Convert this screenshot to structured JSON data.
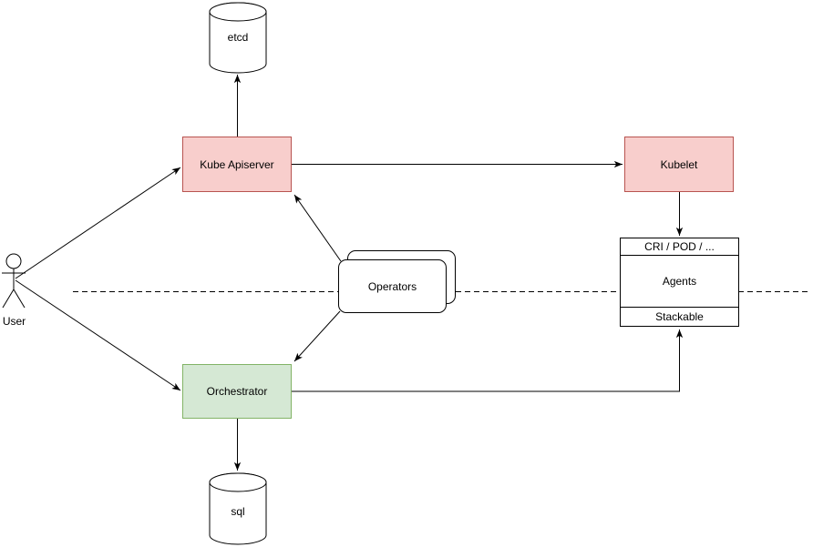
{
  "diagram": {
    "nodes": {
      "etcd": {
        "label": "etcd",
        "shape": "cylinder"
      },
      "kube_apiserver": {
        "label": "Kube Apiserver",
        "fill": "#f8cecc",
        "stroke": "#b85450"
      },
      "kubelet": {
        "label": "Kubelet",
        "fill": "#f8cecc",
        "stroke": "#b85450"
      },
      "operators": {
        "label": "Operators",
        "shape": "stacked-rounded-rectangle"
      },
      "orchestrator": {
        "label": "Orchestrator",
        "fill": "#d5e8d4",
        "stroke": "#82b366"
      },
      "agents": {
        "header": "CRI / POD / ...",
        "title": "Agents",
        "footer": "Stackable"
      },
      "sql": {
        "label": "sql",
        "shape": "cylinder"
      },
      "user": {
        "label": "User",
        "shape": "actor"
      }
    },
    "edges": [
      {
        "from": "user",
        "to": "kube_apiserver"
      },
      {
        "from": "user",
        "to": "orchestrator"
      },
      {
        "from": "kube_apiserver",
        "to": "etcd"
      },
      {
        "from": "kube_apiserver",
        "to": "kubelet"
      },
      {
        "from": "operators",
        "to": "kube_apiserver"
      },
      {
        "from": "operators",
        "to": "orchestrator"
      },
      {
        "from": "kubelet",
        "to": "agents"
      },
      {
        "from": "orchestrator",
        "to": "agents"
      },
      {
        "from": "orchestrator",
        "to": "sql"
      }
    ],
    "separator": {
      "style": "dashed",
      "orientation": "horizontal"
    },
    "colors": {
      "background": "#ffffff",
      "line": "#000000",
      "red_fill": "#f8cecc",
      "red_stroke": "#b85450",
      "green_fill": "#d5e8d4",
      "green_stroke": "#82b366"
    }
  }
}
